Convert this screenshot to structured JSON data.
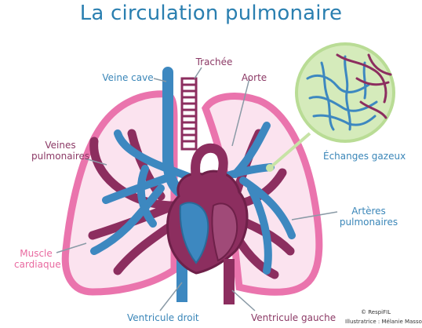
{
  "title": "La circulation pulmonaire",
  "labels": {
    "veine_cave": "Veine cave",
    "trachee": "Trachée",
    "aorte": "Aorte",
    "veines_pulmonaires_1": "Veines",
    "veines_pulmonaires_2": "pulmonaires",
    "echanges_gazeux": "Échanges gazeux",
    "arteres_pulmonaires_1": "Artères",
    "arteres_pulmonaires_2": "pulmonaires",
    "muscle_cardiaque_1": "Muscle",
    "muscle_cardiaque_2": "cardiaque",
    "ventricule_droit": "Ventricule droit",
    "ventricule_gauche": "Ventricule gauche"
  },
  "credits": {
    "brand": "RespiFIL",
    "illustration": "Illustratrice : Mélanie Masson"
  },
  "colors": {
    "title": "#2a7fb0",
    "venous_blue": "#3d88c0",
    "arterial_plum": "#8c2e5f",
    "lung_pink": "#ea74ad",
    "lung_fill": "#fbe3ef",
    "alveoli_green": "#c7e3a6"
  }
}
